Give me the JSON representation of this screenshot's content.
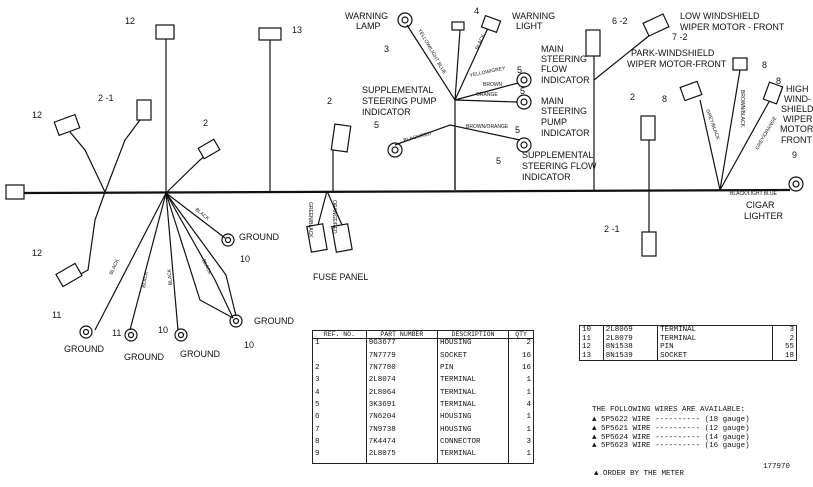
{
  "labels": {
    "warning_lamp": "WARNING\nLAMP",
    "warning_light": "WARNING\nLIGHT",
    "low_windshield": "LOW WINDSHIELD\nWIPER MOTOR - FRONT",
    "park_windshield": "PARK-WINDSHIELD\nWIPER MOTOR-FRONT",
    "high_windshield": "HIGH\nWIND-\nSHIELD\nWIPER\nMOTOR\nFRONT",
    "main_steering_flow": "MAIN\nSTEERING\nFLOW\nINDICATOR",
    "main_steering_pump": "MAIN\nSTEERING\nPUMP\nINDICATOR",
    "supplemental_pump": "SUPPLEMENTAL\nSTEERING PUMP\nINDICATOR",
    "supplemental_flow": "SUPPLEMENTAL\nSTEERING FLOW\nINDICATOR",
    "cigar_lighter": "CIGAR\nLIGHTER",
    "fuse_panel": "FUSE PANEL",
    "ground": "GROUND"
  },
  "wire_colors": {
    "yellow_light_blue": "YELLOW/LIGHT BLUE",
    "black": "BLACK",
    "yellow_grey": "YELLOW/GREY",
    "brown": "BROWN",
    "orange": "ORANGE",
    "black_red": "BLACK/RED",
    "brown_orange": "BROWN/ORANGE",
    "grey_black": "GREY/BLACK",
    "brown_black": "BROWN/BLACK",
    "grey_orange": "GREY/ORANGE",
    "green_black": "GREEN/BLACK",
    "black_light_blue": "BLACK/LIGHT BLUE",
    "orange_red": "ORANGE/RED"
  },
  "callouts": {
    "n2": "2",
    "n2_1": "2 -1",
    "n3": "3",
    "n4": "4",
    "n5": "5",
    "n6_2": "6 -2",
    "n7_2": "7 -2",
    "n8": "8",
    "n9": "9",
    "n10": "10",
    "n11": "11",
    "n12": "12",
    "n13": "13"
  },
  "parts_table_1": {
    "headers": [
      "REF. NO.",
      "PART NUMBER",
      "DESCRIPTION",
      "QTY"
    ],
    "rows": [
      [
        "1",
        "9G3677",
        "HOUSING",
        "2"
      ],
      [
        "",
        "7N7779",
        "SOCKET",
        "16"
      ],
      [
        "2",
        "7N7780",
        "PIN",
        "16"
      ],
      [
        "3",
        "2L8074",
        "TERMINAL",
        "1"
      ],
      [
        "4",
        "2L8064",
        "TERMINAL",
        "1"
      ],
      [
        "5",
        "3K3691",
        "TERMINAL",
        "4"
      ],
      [
        "6",
        "7N6204",
        "HOUSING",
        "1"
      ],
      [
        "7",
        "7N9738",
        "HOUSING",
        "1"
      ],
      [
        "8",
        "7K4474",
        "CONNECTOR",
        "3"
      ],
      [
        "9",
        "2L8075",
        "TERMINAL",
        "1"
      ]
    ]
  },
  "parts_table_2": {
    "rows": [
      [
        "10",
        "2L8069",
        "TERMINAL",
        "3"
      ],
      [
        "11",
        "2L8079",
        "TERMINAL",
        "2"
      ],
      [
        "12",
        "8N1538",
        "PIN",
        "55"
      ],
      [
        "13",
        "8N1539",
        "SOCKET",
        "18"
      ]
    ]
  },
  "wires_note": {
    "title": "THE FOLLOWING WIRES ARE AVAILABLE:",
    "rows": [
      [
        "5P5622",
        "WIRE",
        "(18 gauge)"
      ],
      [
        "5P5621",
        "WIRE",
        "(12 gauge)"
      ],
      [
        "5P5624",
        "WIRE",
        "(14 gauge)"
      ],
      [
        "5P5623",
        "WIRE",
        "(16 gauge)"
      ]
    ],
    "footnote": "ORDER BY THE METER",
    "code": "177970"
  }
}
